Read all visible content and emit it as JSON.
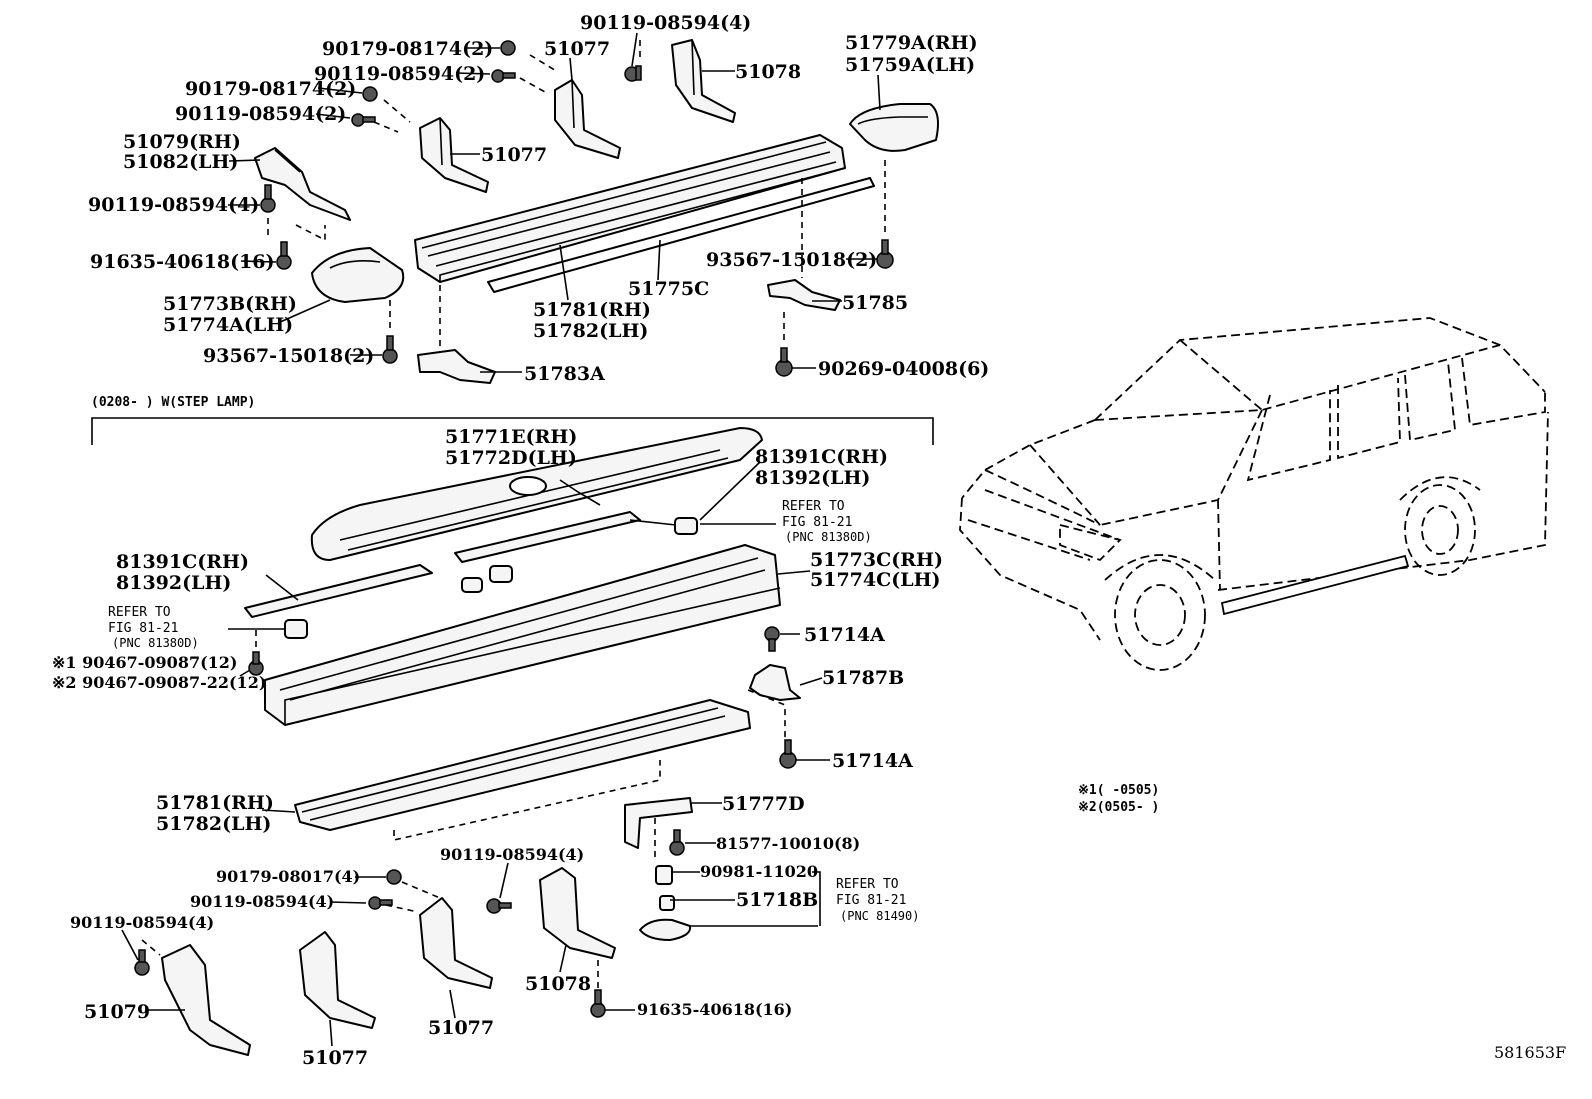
{
  "diagram": {
    "figure_id": "581653F",
    "section_note": "(0208-        ) W(STEP LAMP)",
    "footnotes": [
      "※1(      -0505)",
      "※2(0505-       )"
    ],
    "labels": {
      "p1": "90119-08594(4)",
      "p2": "90179-08174(2)",
      "p3": "51077",
      "p4": "90119-08594(2)",
      "p5": "51078",
      "p6a": "51779A(RH)",
      "p6b": "51759A(LH)",
      "p7": "90179-08174(2)",
      "p8": "90119-08594(2)",
      "p9a": "51079(RH)",
      "p9b": "51082(LH)",
      "p10": "51077",
      "p11": "90119-08594(4)",
      "p12": "91635-40618(16)",
      "p13": "93567-15018(2)",
      "p14": "51775C",
      "p15a": "51773B(RH)",
      "p15b": "51774A(LH)",
      "p16a": "51781(RH)",
      "p16b": "51782(LH)",
      "p17": "51785",
      "p18": "93567-15018(2)",
      "p19": "51783A",
      "p20": "90269-04008(6)",
      "p21a": "51771E(RH)",
      "p21b": "51772D(LH)",
      "p22a": "81391C(RH)",
      "p22b": "81392(LH)",
      "p23a": "REFER TO",
      "p23b": "FIG 81-21",
      "p23c": "(PNC 81380D)",
      "p24a": "81391C(RH)",
      "p24b": "81392(LH)",
      "p25a": "51773C(RH)",
      "p25b": "51774C(LH)",
      "p26a": "REFER TO",
      "p26b": "FIG 81-21",
      "p26c": "(PNC 81380D)",
      "p27": "51714A",
      "p28a": "※1 90467-09087(12)",
      "p28b": "※2 90467-09087-22(12)",
      "p29": "51787B",
      "p30": "51714A",
      "p31a": "51781(RH)",
      "p31b": "51782(LH)",
      "p32": "51777D",
      "p33": "81577-10010(8)",
      "p34": "90179-08017(4)",
      "p35": "90119-08594(4)",
      "p36": "90981-11020",
      "p37": "90119-08594(4)",
      "p38a": "REFER TO",
      "p38b": "FIG 81-21",
      "p38c": "(PNC 81490)",
      "p39": "51718B",
      "p40": "90119-08594(4)",
      "p41": "51078",
      "p42": "91635-40618(16)",
      "p43": "51079",
      "p44": "51077",
      "p45": "51077"
    }
  }
}
